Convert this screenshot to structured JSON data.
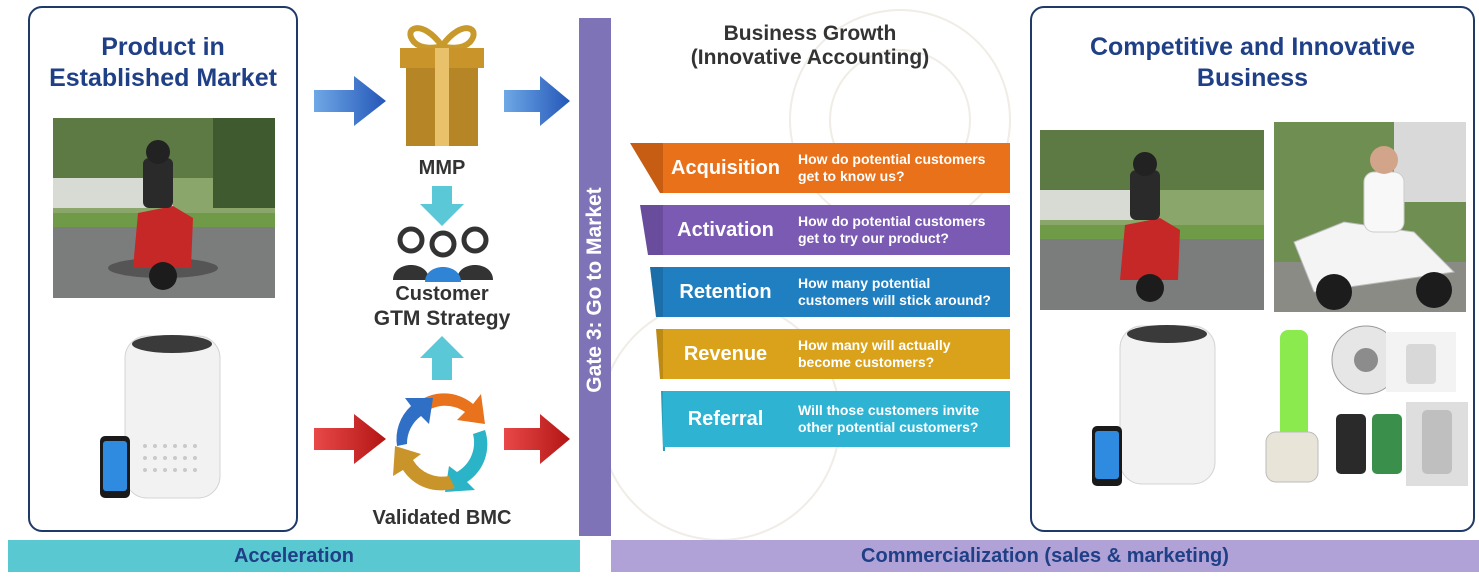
{
  "left_panel": {
    "title_line1": "Product in",
    "title_line2": "Established Market"
  },
  "right_panel": {
    "title_line1": "Competitive and Innovative",
    "title_line2": "Business"
  },
  "flow": {
    "mmp_label": "MMP",
    "customer_label": "Customer",
    "gtm_label": "GTM Strategy",
    "bmc_label": "Validated BMC"
  },
  "gate_label": "Gate 3: Go to Market",
  "growth": {
    "title_line1": "Business Growth",
    "title_line2": "(Innovative Accounting)"
  },
  "funnel": [
    {
      "stage": "Acquisition",
      "q1": "How do potential customers",
      "q2": "get to know us?",
      "color": "#e8711a",
      "dark": "#b4520c",
      "side": "#c75d12"
    },
    {
      "stage": "Activation",
      "q1": "How do potential customers",
      "q2": "get to try our product?",
      "color": "#7a5ab2",
      "dark": "#563d85",
      "side": "#6a4c9d"
    },
    {
      "stage": "Retention",
      "q1": "How many potential",
      "q2": "customers will stick around?",
      "color": "#1f7fc0",
      "dark": "#15598a",
      "side": "#1b6ea7"
    },
    {
      "stage": "Revenue",
      "q1": "How many will actually",
      "q2": "become customers?",
      "color": "#d9a21a",
      "dark": "#9c7410",
      "side": "#bd8b14"
    },
    {
      "stage": "Referral",
      "q1": "Will those customers invite",
      "q2": "other potential customers?",
      "color": "#2fb3d3",
      "dark": "#1e7f98",
      "side": "#27a0bd"
    }
  ],
  "bottom": {
    "acceleration": "Acceleration",
    "commercialization": "Commercialization (sales & marketing)"
  },
  "colors": {
    "teal_bar": "#5ac8d0",
    "lavender_bar": "#b0a2d6",
    "gate_bar": "#7f73b8",
    "title_blue": "#1f3f86"
  },
  "icons": [
    "gift-icon",
    "people-icon",
    "cycle-icon",
    "arrow-right-icon",
    "arrow-down-icon",
    "arrow-up-icon"
  ]
}
